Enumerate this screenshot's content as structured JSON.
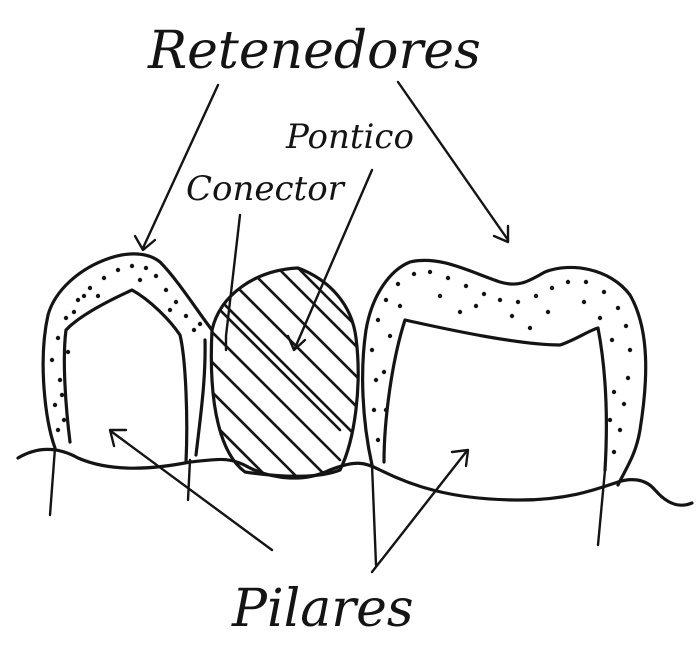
{
  "diagram": {
    "labels": {
      "retenedores": "Retenedores",
      "pontico": "Pontico",
      "conector": "Conector",
      "pilares": "Pilares"
    },
    "ink_color": "#141414",
    "background": "#ffffff"
  }
}
